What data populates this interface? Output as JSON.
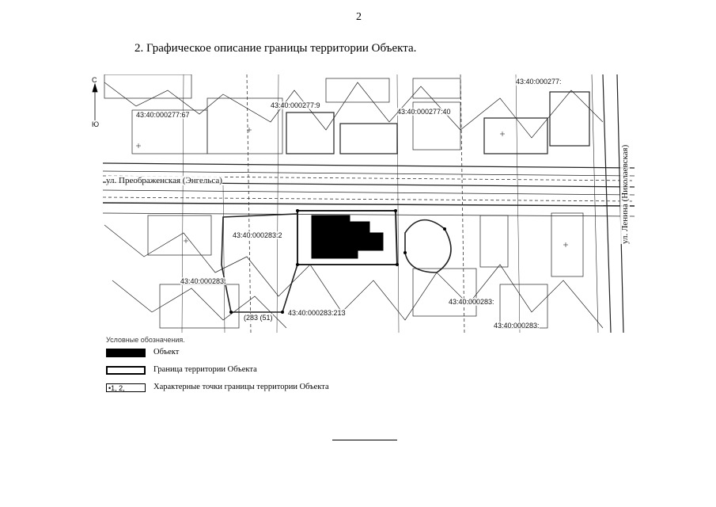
{
  "page_number": "2",
  "section_title": "2. Графическое описание границы территории Объекта.",
  "map": {
    "streets": {
      "preobrazhenskaya": "ул. Преображенская (Энгельса)",
      "lenina": "ул. Ленина (Николаевская)"
    },
    "cadastral_labels": [
      "43:40:000277:67",
      "43:40:000277:9",
      "43:40:000277:40",
      "43:40:000277:",
      "43:40:000283:2",
      "43:40:000283:",
      "43:40:000283:213",
      "43:40:000283:",
      "43:40:000283:"
    ],
    "parcel_number": "(283 (51)",
    "compass_letters": [
      "С",
      "Ю"
    ]
  },
  "legend": {
    "heading": "Условные обозначения.",
    "items": [
      {
        "label": "Объект"
      },
      {
        "label": "Граница территории Объекта"
      },
      {
        "swatch_text": "•1, 2,",
        "label": "Характерные точки границы территории Объекта"
      }
    ]
  }
}
